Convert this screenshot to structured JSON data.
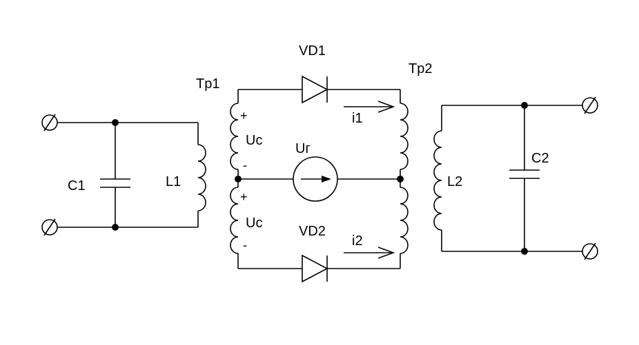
{
  "labels": {
    "c1": "C1",
    "l1": "L1",
    "tp1": "Tp1",
    "tp2": "Tp2",
    "vd1": "VD1",
    "vd2": "VD2",
    "uc_top": "Uc",
    "uc_bottom": "Uc",
    "ur": "Uг",
    "i1": "i1",
    "i2": "i2",
    "l2": "L2",
    "c2": "C2"
  },
  "polarity": {
    "top_plus": "+",
    "top_minus": "-",
    "bottom_plus": "+",
    "bottom_minus": "-"
  },
  "icons": {
    "terminal": "terminal-icon",
    "capacitor": "capacitor-icon",
    "inductor": "inductor-icon",
    "diode": "diode-icon",
    "source": "voltage-source-icon",
    "arrow": "current-arrow-icon"
  }
}
